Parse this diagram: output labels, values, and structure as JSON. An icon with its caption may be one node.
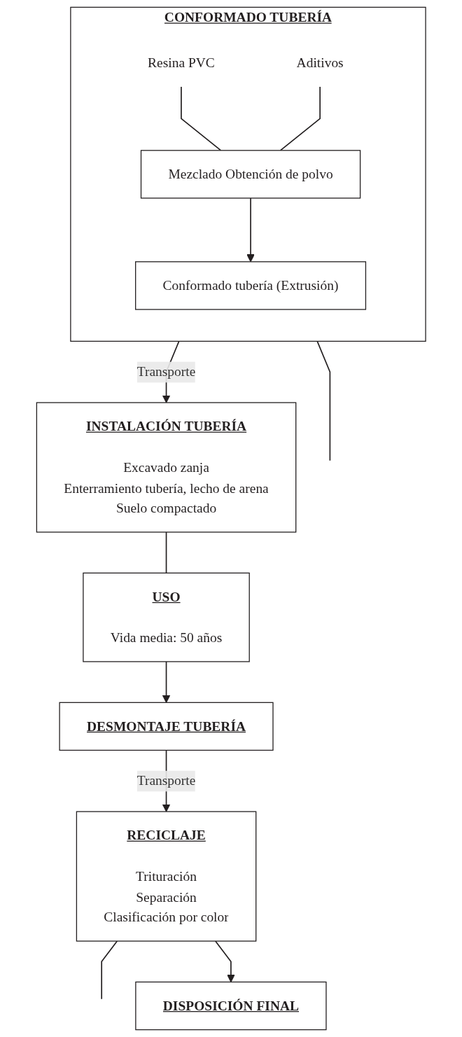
{
  "diagram": {
    "nodes": [
      {
        "text": [
          "CONFORMADO TUBERÍA"
        ]
      },
      {
        "text": [
          "Resina PVC"
        ],
        "in": 0
      },
      {
        "text": [
          "Mezclado Obtención de polvo"
        ],
        "in": 0
      },
      {
        "text": [
          "Aditivos"
        ],
        "in": 0
      },
      {
        "text": [
          "Conformado tubería (Extrusión)"
        ],
        "in": 0
      },
      {
        "text": [
          "INSTALACIÓN TUBERÍA",
          "Excavado zanja",
          "Enterramiento tubería, lecho de arena",
          "Suelo compactado"
        ]
      },
      {
        "text": [
          "USO",
          "Vida media: 50 años"
        ]
      },
      {
        "text": [
          "DESMONTAJE TUBERÍA"
        ]
      },
      {
        "text": [
          "RECICLAJE",
          "Trituración",
          "Separación",
          "Clasificación por color"
        ]
      },
      {
        "text": [
          "DISPOSICIÓN FINAL"
        ]
      }
    ],
    "edges": [
      {
        "from": 1,
        "to": 2,
        "arrow": "none"
      },
      {
        "from": 3,
        "to": 2,
        "arrow": "none"
      },
      {
        "from": 2,
        "to": 4,
        "arrow": "to"
      },
      {
        "from": 0,
        "to": null,
        "arrow": "none"
      },
      {
        "from": 0,
        "to": 5,
        "arrow": "to",
        "label": "Transporte"
      },
      {
        "from": 5,
        "to": 6,
        "arrow": "none"
      },
      {
        "from": 6,
        "to": 7,
        "arrow": "to"
      },
      {
        "from": 7,
        "to": 8,
        "arrow": "to",
        "label": "Transporte"
      },
      {
        "from": 8,
        "to": null,
        "arrow": "none"
      },
      {
        "from": 8,
        "to": 9,
        "arrow": "to"
      }
    ]
  }
}
